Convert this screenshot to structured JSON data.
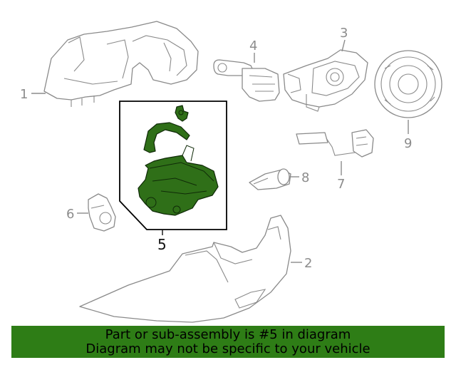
{
  "callouts": {
    "c1": "1",
    "c2": "2",
    "c3": "3",
    "c4": "4",
    "c5": "5",
    "c6": "6",
    "c7": "7",
    "c8": "8",
    "c9": "9"
  },
  "highlight": {
    "part_number": "5",
    "color": "#2f6f18"
  },
  "banner": {
    "line1": "Part or sub-assembly is #5 in diagram",
    "line2": "Diagram may not be specific to your vehicle",
    "background": "#2e7d16"
  }
}
